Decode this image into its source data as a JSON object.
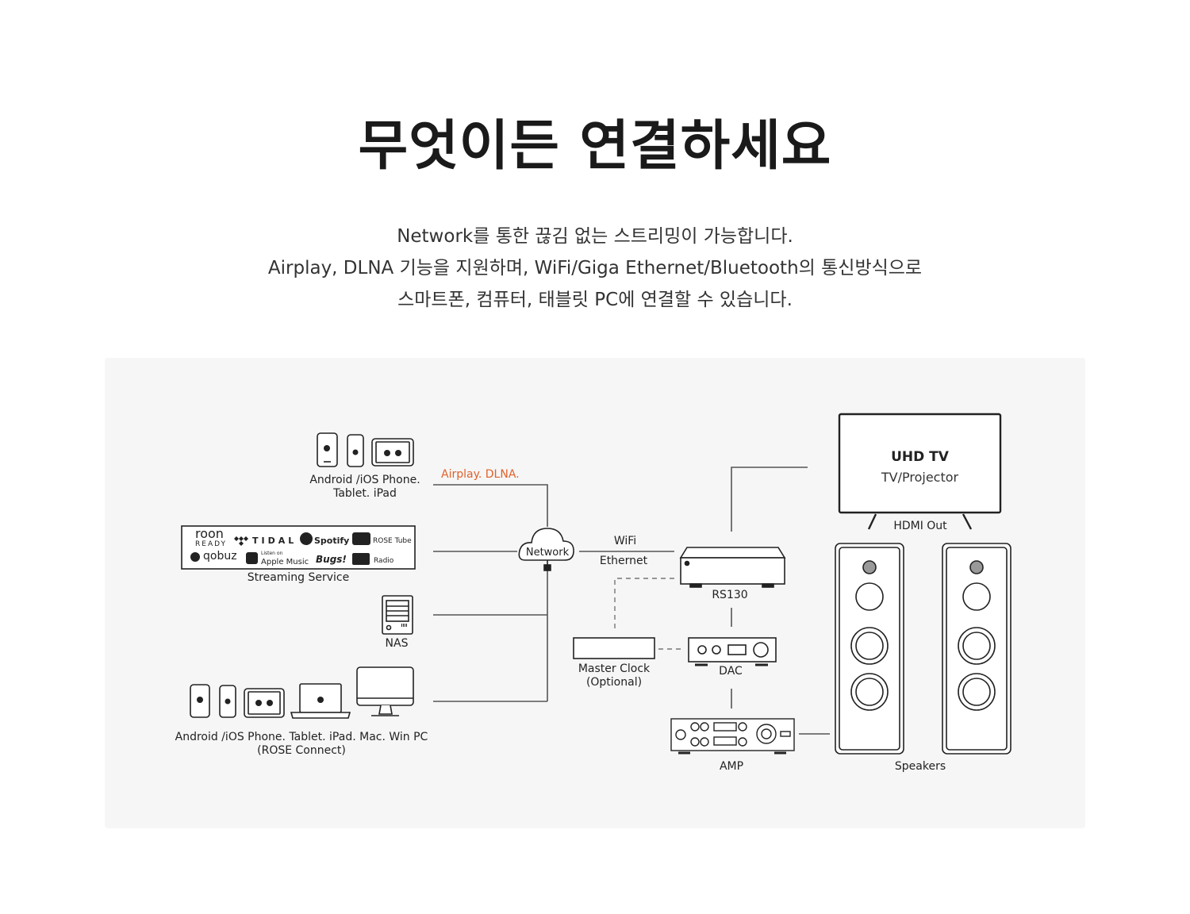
{
  "title": "무엇이든 연결하세요",
  "description": [
    "Network를 통한 끊김 없는 스트리밍이 가능합니다.",
    "Airplay, DLNA 기능을 지원하며, WiFi/Giga Ethernet/Bluetooth의 통신방식으로",
    "스마트폰, 컴퓨터, 태블릿 PC에 연결할 수 있습니다."
  ],
  "diagram": {
    "mobile_label_1": "Android /iOS Phone.",
    "mobile_label_2": "Tablet. iPad",
    "airplay_label": "Airplay. DLNA.",
    "streaming_label": "Streaming Service",
    "services": {
      "roon": "roon",
      "roon_sub": "READY",
      "tidal": "TIDAL",
      "spotify": "Spotify",
      "rosetube": "ROSE Tube",
      "qobuz": "qobuz",
      "apple_small": "Listen on",
      "apple": "Apple Music",
      "bugs": "Bugs!",
      "radio": "Radio"
    },
    "nas_label": "NAS",
    "pc_label_1": "Android /iOS Phone. Tablet. iPad. Mac. Win PC",
    "pc_label_2": "(ROSE Connect)",
    "network_label": "Network",
    "wifi_label": "WiFi",
    "ethernet_label": "Ethernet",
    "rs130_label": "RS130",
    "master_clock_1": "Master Clock",
    "master_clock_2": "(Optional)",
    "dac_label": "DAC",
    "amp_label": "AMP",
    "tv_title": "UHD TV",
    "tv_sub": "TV/Projector",
    "hdmi_label": "HDMI Out",
    "speakers_label": "Speakers",
    "accent_color": "#e0612a",
    "line_color": "#555555"
  }
}
